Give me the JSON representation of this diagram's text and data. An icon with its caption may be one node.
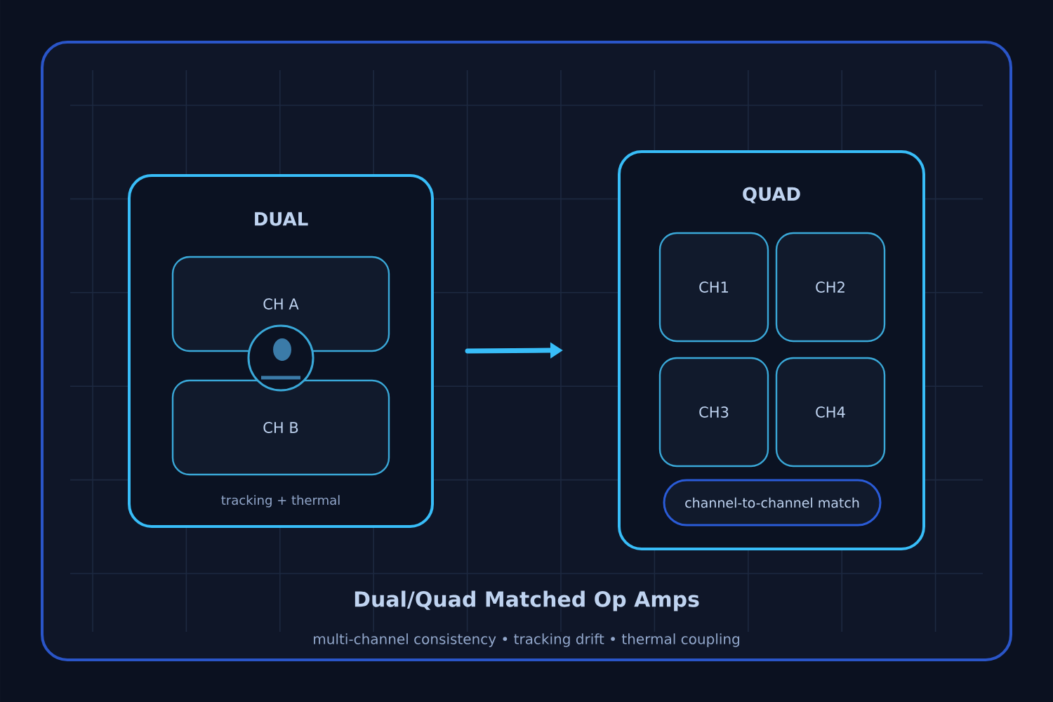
{
  "diagram": {
    "title": "Dual/Quad Matched Op Amps",
    "caption": "multi-channel consistency • tracking drift • thermal coupling",
    "nodes": [
      {
        "text": [
          "DUAL",
          "tracking + thermal"
        ]
      },
      {
        "text": [
          "CH A"
        ],
        "in": 0
      },
      {
        "text": [
          "CH B"
        ],
        "in": 0
      },
      {
        "text": [],
        "shape": "circle",
        "in": 0
      },
      {
        "text": [
          "QUAD"
        ]
      },
      {
        "text": [
          "CH1"
        ],
        "in": 4
      },
      {
        "text": [
          "CH2"
        ],
        "in": 4
      },
      {
        "text": [
          "CH3"
        ],
        "in": 4
      },
      {
        "text": [
          "CH4"
        ],
        "in": 4
      },
      {
        "text": [
          "channel-to-channel match"
        ],
        "in": 4
      }
    ],
    "edges": [
      {
        "from": 0,
        "to": 4,
        "arrow": "to"
      }
    ]
  }
}
